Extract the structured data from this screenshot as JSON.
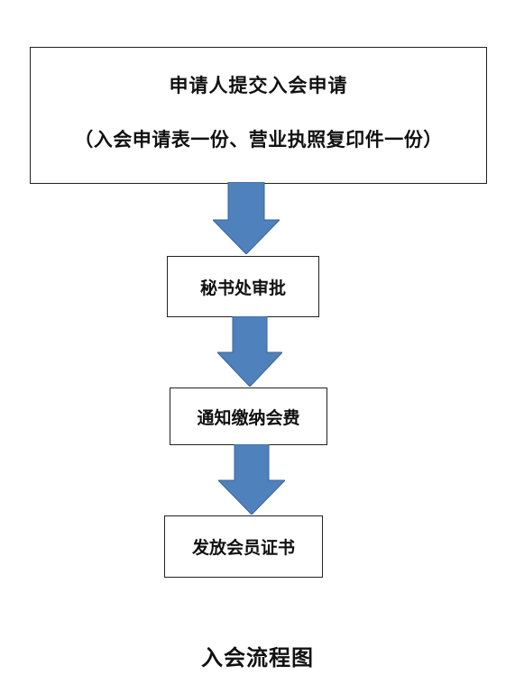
{
  "chart_data": {
    "type": "flowchart",
    "steps": [
      {
        "id": "apply",
        "line1": "申请人提交入会申请",
        "line2": "（入会申请表一份、营业执照复印件一份）"
      },
      {
        "id": "secretariat",
        "label": "秘书处审批"
      },
      {
        "id": "fee",
        "label": "通知缴纳会费"
      },
      {
        "id": "cert",
        "label": "发放会员证书"
      }
    ],
    "edges": [
      [
        "apply",
        "secretariat"
      ],
      [
        "secretariat",
        "fee"
      ],
      [
        "fee",
        "cert"
      ]
    ],
    "caption": "入会流程图",
    "arrow_color": "#4F81BD"
  }
}
